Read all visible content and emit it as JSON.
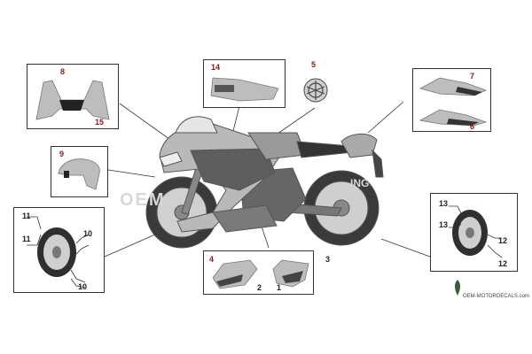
{
  "diagram": {
    "watermark_left": "OEM",
    "watermark_right": "ING",
    "brand_text": "OEM-MOTORDECALS.com",
    "callouts": {
      "n1": "1",
      "n2": "2",
      "n3": "3",
      "n4": "4",
      "n5": "5",
      "n6": "6",
      "n7": "7",
      "n8": "8",
      "n9": "9",
      "n10a": "10",
      "n10b": "10",
      "n11a": "11",
      "n11b": "11",
      "n12a": "12",
      "n12b": "12",
      "n13a": "13",
      "n13b": "13",
      "n14": "14",
      "n15": "15"
    }
  },
  "colors": {
    "callout": "#8b1a1a",
    "line": "#333333"
  }
}
